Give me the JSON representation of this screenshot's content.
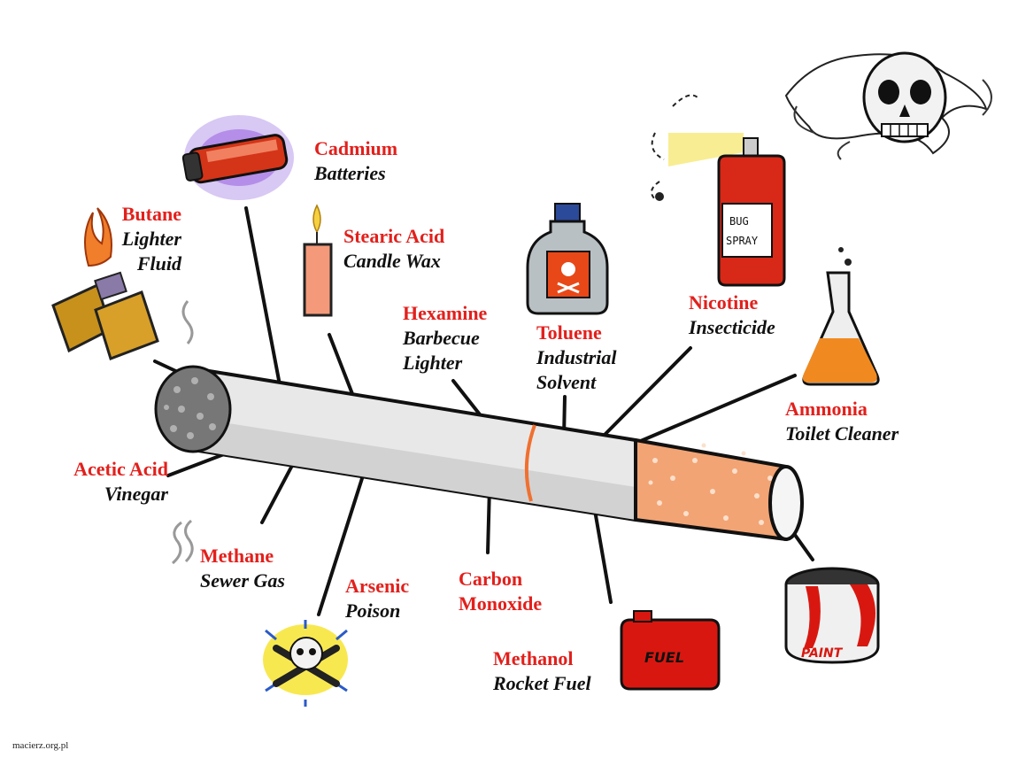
{
  "colors": {
    "chemical": "#e2201c",
    "use": "#111111",
    "filter": "#f0a070",
    "paper": "#e6e6e6",
    "ash": "#777777"
  },
  "labels": {
    "butane": {
      "chemical": "Butane",
      "use_line1": "Lighter",
      "use_line2": "Fluid"
    },
    "cadmium": {
      "chemical": "Cadmium",
      "use": "Batteries"
    },
    "stearic": {
      "chemical": "Stearic Acid",
      "use": "Candle Wax"
    },
    "hexamine": {
      "chemical": "Hexamine",
      "use_line1": "Barbecue",
      "use_line2": "Lighter"
    },
    "toluene": {
      "chemical": "Toluene",
      "use_line1": "Industrial",
      "use_line2": "Solvent"
    },
    "nicotine": {
      "chemical": "Nicotine",
      "use": "Insecticide"
    },
    "ammonia": {
      "chemical": "Ammonia",
      "use": "Toilet Cleaner"
    },
    "acetic": {
      "chemical": "Acetic Acid",
      "use": "Vinegar"
    },
    "methane": {
      "chemical": "Methane",
      "use": "Sewer Gas"
    },
    "arsenic": {
      "chemical": "Arsenic",
      "use": "Poison"
    },
    "carbon": {
      "chemical_line1": "Carbon",
      "chemical_line2": "Monoxide"
    },
    "methanol": {
      "chemical": "Methanol",
      "use": "Rocket Fuel"
    }
  },
  "illustrations": {
    "bug_spray_text_line1": "BUG",
    "bug_spray_text_line2": "SPRAY",
    "fuel_can_text": "FUEL",
    "paint_can_text": "PAINT"
  },
  "icons": [
    "lighter-icon",
    "battery-icon",
    "candle-icon",
    "poison-bottle-icon",
    "bug-spray-icon",
    "flask-icon",
    "skull-crossbones-icon",
    "fuel-can-icon",
    "paint-can-icon",
    "skull-icon"
  ],
  "credit": "macierz.org.pl"
}
